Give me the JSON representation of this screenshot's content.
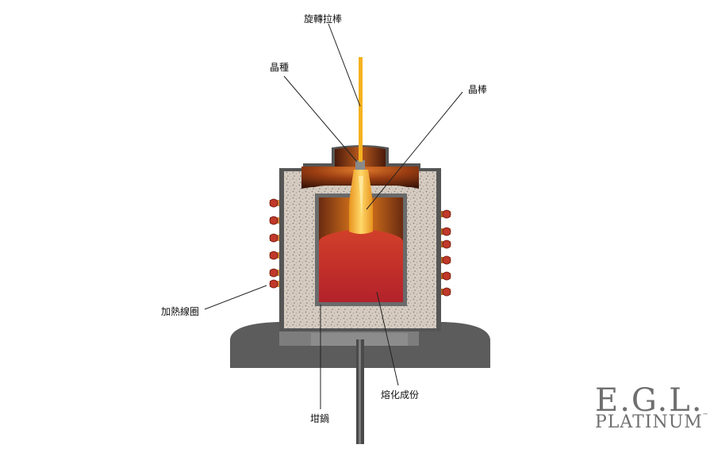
{
  "labels": {
    "rotating_pull_rod": "旋轉拉棒",
    "seed_crystal": "晶種",
    "crystal_rod": "晶棒",
    "heating_coil": "加熱線圈",
    "crucible": "坩鍋",
    "molten_material": "熔化成份"
  },
  "logo": {
    "main": "E.G.L.",
    "sub": "PLATINUM",
    "tm": "™"
  },
  "colors": {
    "rod": "#f5b21f",
    "melt": "#c9302c",
    "insulation": "#d7cdc3",
    "base": "#5f5f5f",
    "coil": "#c0392b"
  }
}
